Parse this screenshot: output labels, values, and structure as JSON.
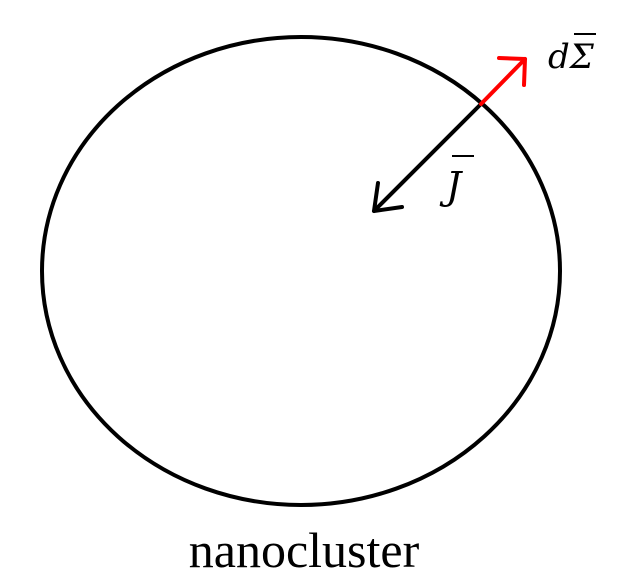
{
  "diagram": {
    "caption": "nanocluster",
    "current_label": "J",
    "surface_element_label": "dΣ",
    "colors": {
      "boundary": "#000000",
      "current_arrow": "#000000",
      "surface_arrow": "#ff0000",
      "background": "#ffffff"
    }
  }
}
